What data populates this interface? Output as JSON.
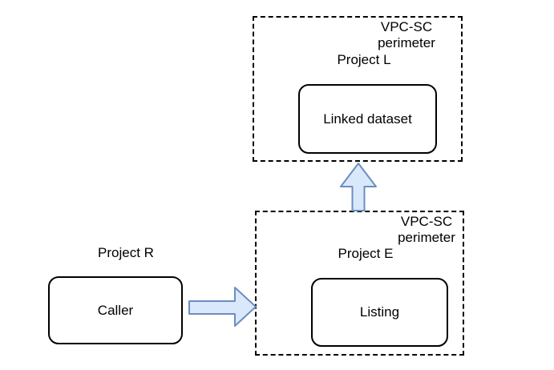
{
  "diagram": {
    "colors": {
      "background": "#ffffff",
      "text": "#000000",
      "perimeter_border": "#000000",
      "node_border": "#000000",
      "arrow_fill": "#dae8fc",
      "arrow_stroke": "#6c8ebf"
    },
    "perimeters": [
      {
        "label": "VPC-SC perimeter",
        "project": "Project L",
        "node": "Linked dataset"
      },
      {
        "label": "VPC-SC perimeter",
        "project": "Project E",
        "node": "Listing"
      }
    ],
    "external": {
      "project": "Project R",
      "node": "Caller"
    },
    "arrows": [
      {
        "name": "caller-to-listing-perimeter",
        "direction": "right"
      },
      {
        "name": "listing-perimeter-to-linked-dataset-perimeter",
        "direction": "up"
      }
    ]
  }
}
